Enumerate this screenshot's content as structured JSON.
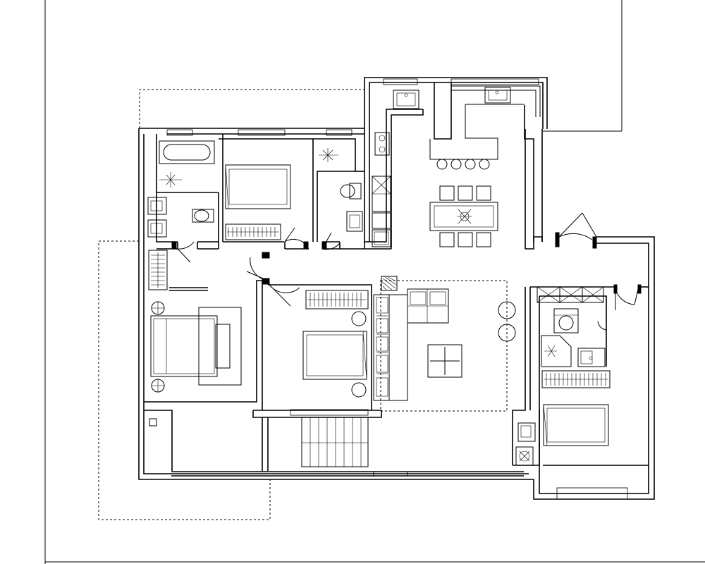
{
  "drawing": {
    "kind": "architectural floor plan",
    "line_color": "#000000",
    "background": "#ffffff",
    "rooms": [
      "kitchen",
      "dining",
      "living-room",
      "master-bedroom",
      "bedroom-center",
      "bedroom-north",
      "bedroom-east",
      "bathroom-northwest",
      "bathroom-north",
      "bathroom-east",
      "balcony-south",
      "stair"
    ],
    "icons": [
      "bathtub-icon",
      "toilet-icon",
      "sink-icon",
      "shower-icon",
      "bed-icon",
      "sofa-icon",
      "dining-table-icon",
      "stove-icon",
      "wardrobe-icon",
      "plant-icon",
      "door-swing-icon",
      "window-icon"
    ]
  }
}
